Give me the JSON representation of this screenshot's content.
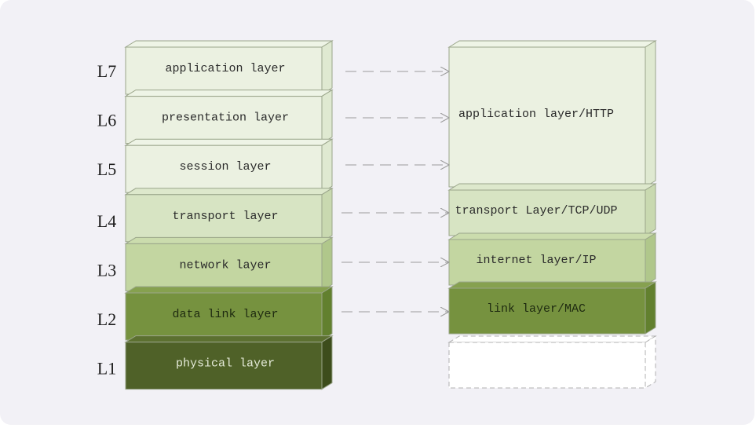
{
  "osi_layers": [
    {
      "level": "L7",
      "name": "application layer",
      "front": "#ebf1e1",
      "top": "#eef4e6",
      "side": "#dfe9d1",
      "text": "#2a2a2a"
    },
    {
      "level": "L6",
      "name": "presentation layer",
      "front": "#ebf1e1",
      "top": "#eef4e6",
      "side": "#dfe9d1",
      "text": "#2a2a2a"
    },
    {
      "level": "L5",
      "name": "session layer",
      "front": "#ebf1e1",
      "top": "#eef4e6",
      "side": "#dfe9d1",
      "text": "#2a2a2a"
    },
    {
      "level": "L4",
      "name": "transport layer",
      "front": "#d7e4c3",
      "top": "#dde8cc",
      "side": "#c9d9b0",
      "text": "#2a2a2a"
    },
    {
      "level": "L3",
      "name": "network layer",
      "front": "#c3d6a1",
      "top": "#cbdcad",
      "side": "#b0c78b",
      "text": "#2a2a2a"
    },
    {
      "level": "L2",
      "name": "data link layer",
      "front": "#76923f",
      "top": "#86a14f",
      "side": "#62802f",
      "text": "#1e2a10"
    },
    {
      "level": "L1",
      "name": "physical layer",
      "front": "#4f6128",
      "top": "#5c7030",
      "side": "#3d4d1c",
      "text": "#e4ead8"
    }
  ],
  "tcpip_layers": [
    {
      "name": "application layer/HTTP",
      "front": "#ebf1e1",
      "top": "#eef4e6",
      "side": "#dfe9d1",
      "text": "#2a2a2a"
    },
    {
      "name": "transport Layer/TCP/UDP",
      "front": "#d7e4c3",
      "top": "#dde8cc",
      "side": "#c9d9b0",
      "text": "#2a2a2a"
    },
    {
      "name": "internet layer/IP",
      "front": "#c3d6a1",
      "top": "#cbdcad",
      "side": "#b0c78b",
      "text": "#2a2a2a"
    },
    {
      "name": "link layer/MAC",
      "front": "#76923f",
      "top": "#86a14f",
      "side": "#62802f",
      "text": "#1e2a10"
    }
  ],
  "colors": {
    "background": "#f2f1f6",
    "arrow": "#9c9c9c",
    "outline": "#9aa58a",
    "dashed_placeholder": "#b0b0b0"
  }
}
